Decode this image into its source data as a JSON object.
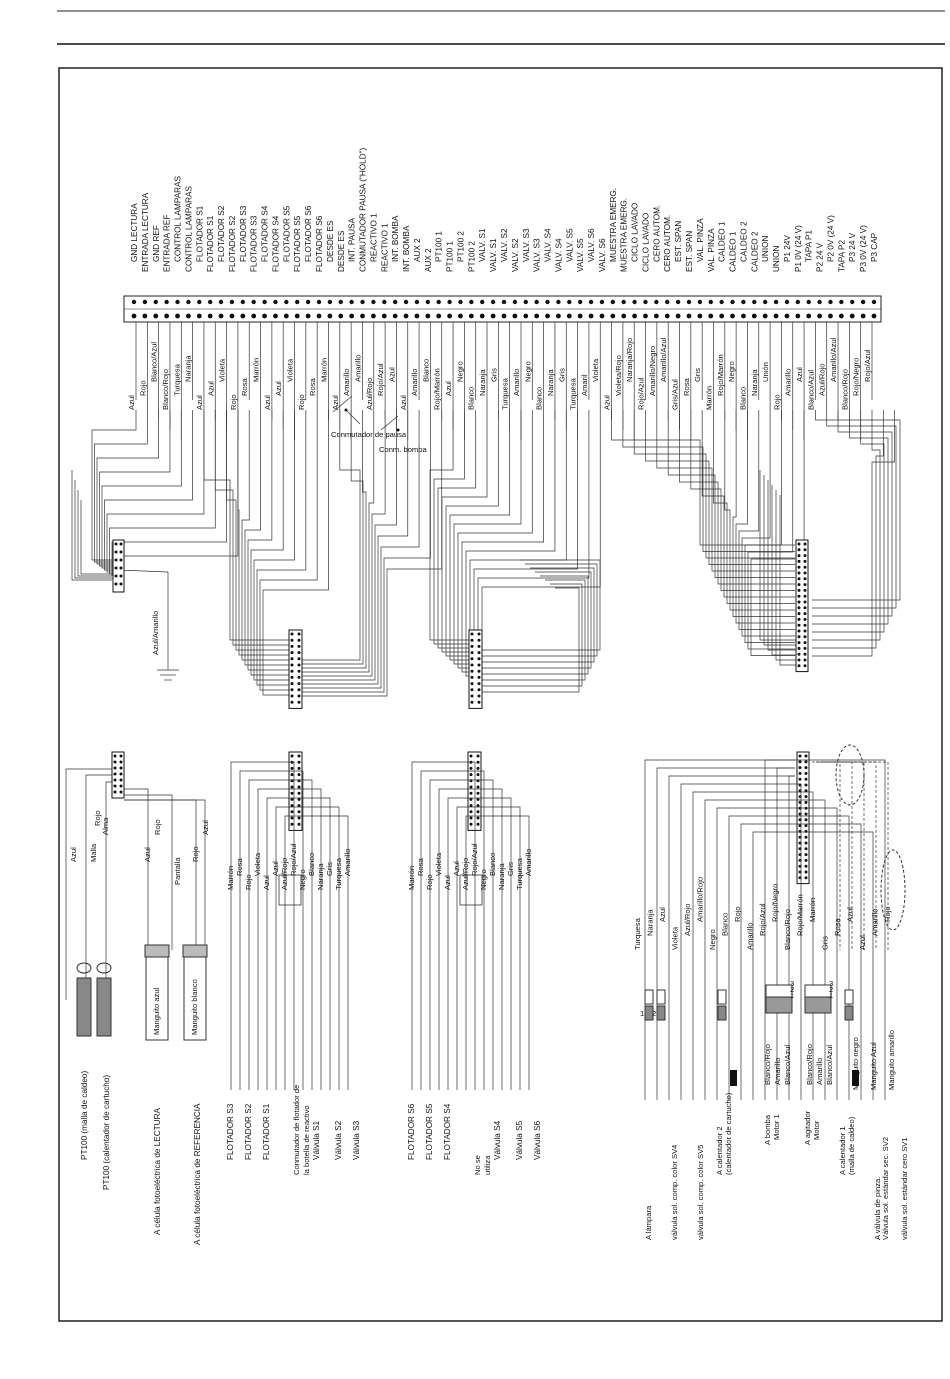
{
  "terminal_labels": [
    "GND LECTURA",
    "ENTRADA LECTURA",
    "GND REF",
    "ENTRADA REF",
    "CONTROL LAMPARAS",
    "CONTROL LAMPARAS",
    "FLOTADOR S1",
    "FLOTADOR S1",
    "FLOTADOR S2",
    "FLOTADOR S2",
    "FLOTADOR S3",
    "FLOTADOR S3",
    "FLOTADOR S4",
    "FLOTADOR S4",
    "FLOTADOR S5",
    "FLOTADOR S5",
    "FLOTADOR S6",
    "FLOTADOR S6",
    "DESDE ES",
    "DESDE ES",
    "INT. PAUSA",
    "CONMUTADOR PAUSA (\"HOLD\")",
    "REACTIVO 1",
    "REACTIVO 1",
    "INT. BOMBA",
    "INT. BOMBA",
    "AUX 2",
    "AUX 2",
    "PT100 1",
    "PT100 1",
    "PT100 2",
    "PT100 2",
    "VALV. S1",
    "VALV. S1",
    "VALV. S2",
    "VALV. S2",
    "VALV. S3",
    "VALV. S3",
    "VALV. S4",
    "VALV. S4",
    "VALV. S5",
    "VALV. S5",
    "VALV. S6",
    "VALV. S6",
    "MUESTRA EMERG.",
    "MUESTRA EMERG.",
    "CICLO LAVADO",
    "CICLO LAVADO",
    "CERO AUTOM.",
    "CERO AUTOM.",
    "EST. SPAN",
    "EST. SPAN",
    "VAL. PINZA",
    "VAL. PINZA",
    "CALDEO 1",
    "CALDEO 1",
    "CALDEO 2",
    "CALDEO 2",
    "UNION",
    "UNION",
    "P1 24V",
    "P1 0V (24 V)",
    "TAPA P1",
    "P2 24 V",
    "P2 0V (24 V)",
    "TAPA P2",
    "P3 24 V",
    "P3 0V (24 V)",
    "P3 CAP"
  ],
  "wire_colors_top": [
    "Azul",
    "Rojo",
    "Blanco/Azul",
    "Blanco/Rojo",
    "Turquesa",
    "Naranja",
    "Azul",
    "Azul",
    "Violeta",
    "Rojo",
    "Rosa",
    "Marrón",
    "Azul",
    "Azul",
    "Violeta",
    "Rojo",
    "Rosa",
    "Marrón",
    "Azul",
    "Amarillo",
    "Amarillo",
    "Azul/Rojo",
    "Rojo/Azul",
    "Azul",
    "Azul",
    "Amarillo",
    "Blanco",
    "Rojo/Marrón",
    "Azul",
    "Negro",
    "Blanco",
    "Naranja",
    "Gris",
    "Turquesa",
    "Amarillo",
    "Negro",
    "Blanco",
    "Naranja",
    "Gris",
    "Turquesa",
    "Amaril",
    "Violeta",
    "Azul",
    "Violeta/Rojo",
    "Naranja/Rojo",
    "Rojo/Azul",
    "Amarillo/Negro",
    "Amarillo/Azul",
    "Gris/Azul",
    "Rosa",
    "Gris",
    "Marrón",
    "Rojo/Marrón",
    "Negro",
    "Blanco",
    "Naranja",
    "Unión",
    "Rojo",
    "Amarillo",
    "Azul",
    "Blanco/Azul",
    "Azul/Rojo",
    "Amarillo/Azul",
    "Blanco/Rojo",
    "Rojo/Negro",
    "Rojo/Azul"
  ],
  "switches": {
    "pause": "Conmutador de pausa",
    "pump": "Conm. bomba"
  },
  "ground_label": "Azul/Amarillo",
  "pt100": {
    "wires": [
      "Azul",
      "Malla",
      "Rojo",
      "Alma",
      "Azul",
      "Rojo",
      "Pantalla",
      "Rojo",
      "Azul"
    ],
    "sleeves": [
      "Manguito azul",
      "Manguito blanco"
    ],
    "labels": [
      "PT100 (malla de caldeo)",
      "PT100 (calentador de cartucho)",
      "A célula fotoeléctrica de LECTURA",
      "A célula fotoeléctrica de REFERENCIA"
    ]
  },
  "float1": {
    "wires": [
      "Marrón",
      "Rosa",
      "Rojo",
      "Violeta",
      "Azul",
      "Azul",
      "Azul/Rojo",
      "Rojo/Azul",
      "Negro",
      "Blanco",
      "Naranja",
      "Gris",
      "Turquesa",
      "Amarillo"
    ],
    "labels": [
      "FLOTADOR S3",
      "FLOTADOR S2",
      "FLOTADOR S1",
      "Conmutador de flotador de la botella de reactivo",
      "Válvula S1",
      "Válvula S2",
      "Válvula S3"
    ]
  },
  "float2": {
    "wires": [
      "Marrón",
      "Rosa",
      "Rojo",
      "Violeta",
      "Azul",
      "Azul",
      "Azul/Rojo",
      "Rojo/Azul",
      "Negro",
      "Blanco",
      "Naranja",
      "Gris",
      "Turquesa",
      "Amarillo"
    ],
    "labels": [
      "FLOTADOR S6",
      "FLOTADOR S5",
      "FLOTADOR S4",
      "No se utiliza",
      "Válvula S4",
      "Válvula S5",
      "Válvula S6"
    ]
  },
  "actuators": {
    "wires": [
      "Turquesa",
      "Naranja",
      "Azul",
      "Violeta",
      "Azul/Rojo",
      "Amarillo/Rojo",
      "Negro",
      "Blanco",
      "Rojo",
      "Amarillo",
      "Rojo/Azul",
      "Rojo/Negro",
      "Blanco/Rojo",
      "Rojo/Marrón",
      "Marrón",
      "Gris",
      "Rosa",
      "Azul",
      "Azul",
      "Amarillo",
      "Rojo"
    ],
    "motor_wires": [
      "Blanco/Rojo",
      "Amarillo",
      "Blanco/Azul",
      "Blanco/Rojo",
      "Amarillo",
      "Blanco/Azul"
    ],
    "sleeves": [
      "Manguito negro",
      "Manguito Azul",
      "Manguito amarillo"
    ],
    "pin_numbers": [
      "1",
      "2",
      "1",
      "2",
      "3",
      "1",
      "2",
      "3"
    ],
    "labels": [
      "A lámpara",
      "válvula sol. comp. color SV4",
      "válvula sol. comp. color SV5",
      "A calentador 2 (calentador de cartucho)",
      "A bomba Motor 1",
      "A agitador Motor",
      "A calentador 1 (malla de caldeo)",
      "A válvula de pinza.",
      "Válvula sol. estándar sec. SV2",
      "válvula sol. estándar cero SV1"
    ]
  }
}
